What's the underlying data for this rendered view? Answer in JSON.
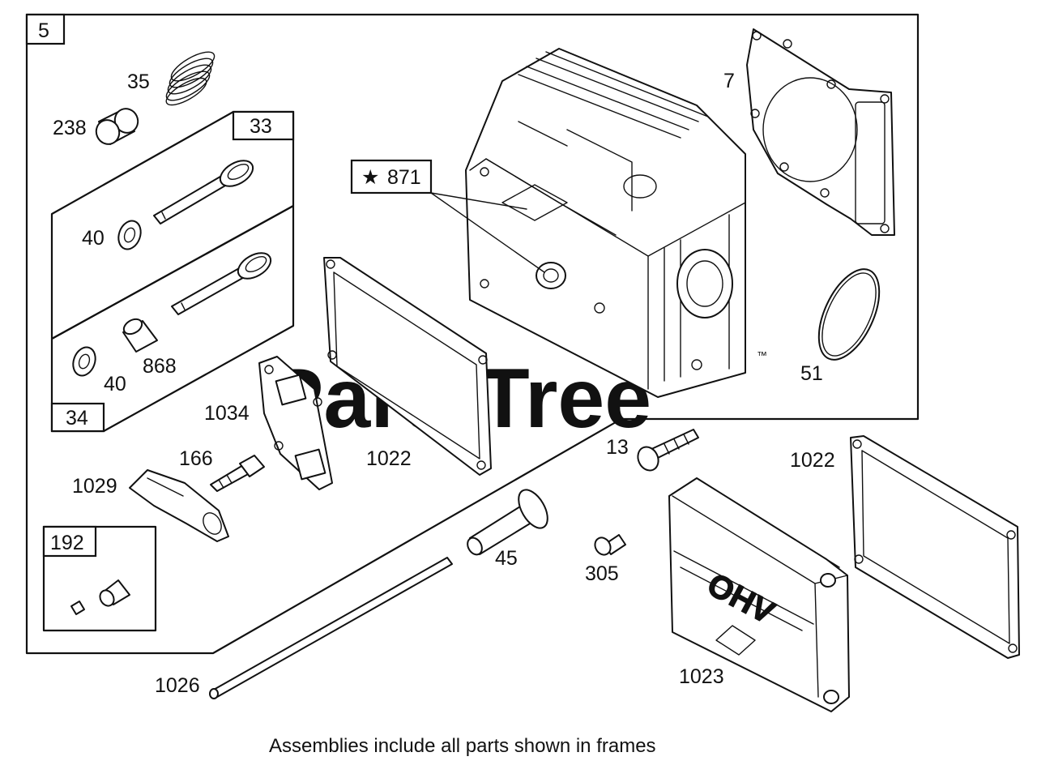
{
  "watermark": {
    "text": "PartsTree",
    "trademark": "™"
  },
  "caption": "Assemblies include all parts shown in frames",
  "frames": {
    "f5": "5",
    "f33": "33",
    "f34": "34",
    "f192": "192"
  },
  "star_callout": {
    "symbol": "★",
    "number": "871"
  },
  "part_labels": {
    "p35": "35",
    "p238": "238",
    "p40a": "40",
    "p40b": "40",
    "p868": "868",
    "p7": "7",
    "p51": "51",
    "p1034": "1034",
    "p1022a": "1022",
    "p1022b": "1022",
    "p166": "166",
    "p1029": "1029",
    "p13": "13",
    "p45": "45",
    "p305": "305",
    "p1023": "1023",
    "p1026": "1026"
  }
}
